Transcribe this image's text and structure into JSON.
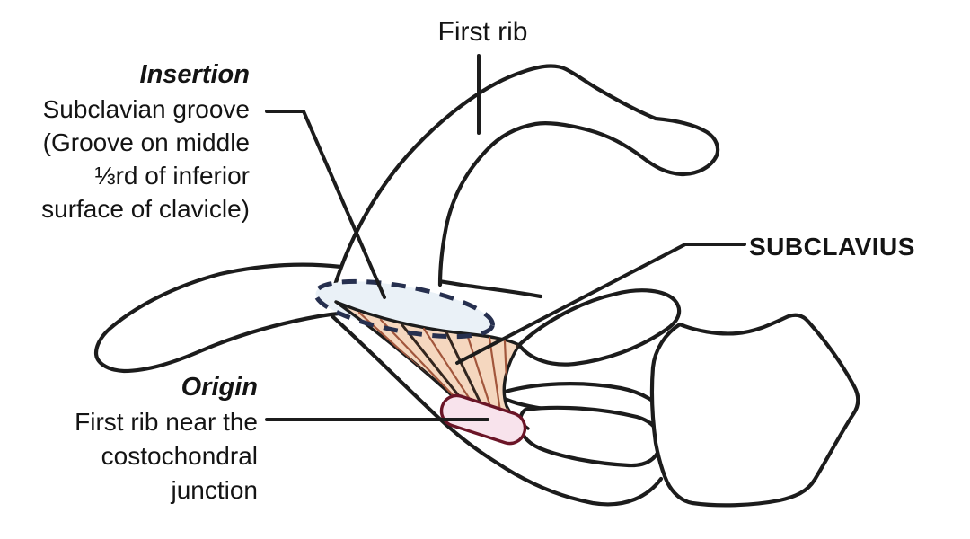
{
  "figure": {
    "muscle_name": "SUBCLAVIUS",
    "top_label": "First rib",
    "insertion": {
      "heading": "Insertion",
      "lines": [
        "Subclavian groove",
        "(Groove on middle",
        "⅓rd of inferior",
        "surface of clavicle)"
      ]
    },
    "origin": {
      "heading": "Origin",
      "lines": [
        "First rib near the",
        "costochondral",
        "junction"
      ]
    },
    "colors": {
      "outline": "#1c1c1c",
      "muscle_fill": "#f5d7bf",
      "muscle_fiber": "#a2563c",
      "muscle_fiber_dark": "#33261f",
      "groove_fill": "#eaf1f7",
      "groove_dash": "#27304f",
      "origin_fill": "#f8e3ec",
      "origin_stroke": "#6b1527",
      "label_color": "#141414"
    }
  }
}
